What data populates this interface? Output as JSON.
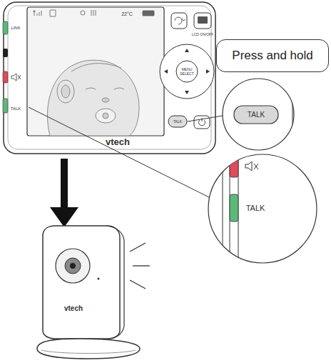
{
  "diagram": {
    "nodes": [
      {
        "text": [
          "Press and hold"
        ]
      }
    ],
    "labels": [
      "LINK",
      "TALK",
      "22°C",
      "MENU SELECT",
      "LCD ON/OFF",
      "TALK",
      "vtech",
      "TALK",
      "TALK",
      "vtech"
    ]
  }
}
